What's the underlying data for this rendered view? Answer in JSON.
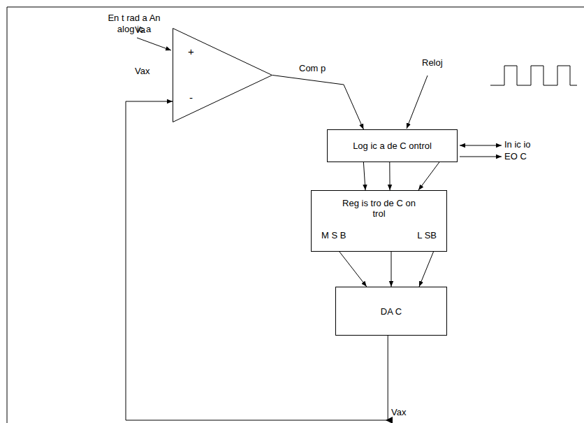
{
  "diagram": {
    "nodes": [
      {
        "text": [
          "+",
          "-"
        ]
      },
      {
        "text": [
          "Log ic a de C ontrol"
        ]
      },
      {
        "text": [
          "Reg is tro de C on trol",
          "M S B",
          "L SB"
        ]
      },
      {
        "text": [
          "DA C"
        ]
      }
    ],
    "edges": [
      {
        "from": 0,
        "to": 1,
        "label": "Com p",
        "arrow": "to"
      },
      {
        "from": 1,
        "to": 2,
        "arrow": "to"
      },
      {
        "from": 1,
        "to": 2,
        "arrow": "to"
      },
      {
        "from": 1,
        "to": 2,
        "arrow": "to"
      },
      {
        "from": 2,
        "to": 3,
        "arrow": "to"
      },
      {
        "from": 2,
        "to": 3,
        "arrow": "to"
      },
      {
        "from": 2,
        "to": 3,
        "arrow": "to"
      },
      {
        "from": 3,
        "to": 0,
        "arrow": "to"
      }
    ],
    "labels": [
      "En t rad a An alog ic a",
      "Va",
      "Vax",
      "Reloj",
      "In ic io",
      "EO C",
      "Vax"
    ]
  }
}
